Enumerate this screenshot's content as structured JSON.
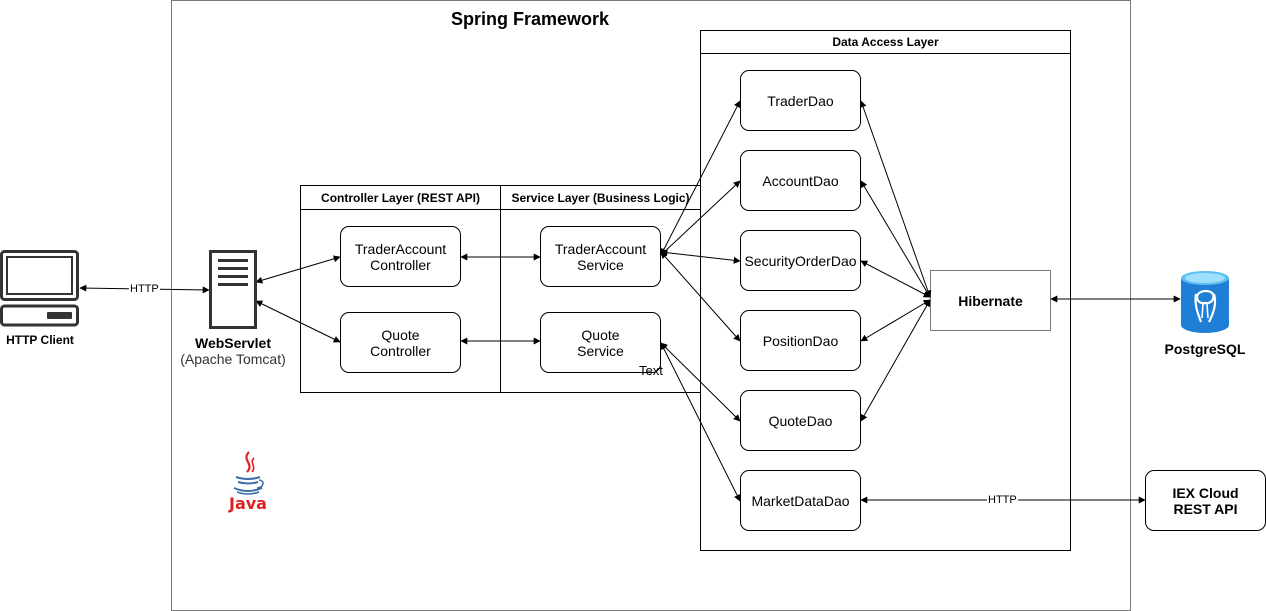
{
  "spring_framework": {
    "title": "Spring Framework"
  },
  "controller_layer": {
    "title": "Controller Layer (REST API)"
  },
  "service_layer": {
    "title": "Service Layer (Business Logic)"
  },
  "data_access_layer": {
    "title": "Data Access Layer"
  },
  "client": {
    "label": "HTTP Client",
    "icon": "computer-icon"
  },
  "servlet": {
    "label": "WebServlet",
    "sublabel": "(Apache Tomcat)",
    "icon": "server-icon"
  },
  "java_logo": {
    "text": "Java",
    "icon": "java-cup-icon",
    "color": "#e11f21"
  },
  "controllers": {
    "trader_account": "TraderAccount\nController",
    "quote": "Quote\nController"
  },
  "services": {
    "trader_account": "TraderAccount\nService",
    "quote": "Quote\nService"
  },
  "daos": {
    "trader": "TraderDao",
    "account": "AccountDao",
    "security_order": "SecurityOrderDao",
    "position": "PositionDao",
    "quote": "QuoteDao",
    "market_data": "MarketDataDao"
  },
  "hibernate": {
    "label": "Hibernate"
  },
  "postgres": {
    "label": "PostgreSQL",
    "icon": "postgresql-elephant-icon",
    "color": "#1f7fd6"
  },
  "iex": {
    "label": "IEX Cloud\nREST API"
  },
  "edge_labels": {
    "client_servlet": "HTTP",
    "marketdata_iex": "HTTP",
    "stray_text": "Text"
  }
}
